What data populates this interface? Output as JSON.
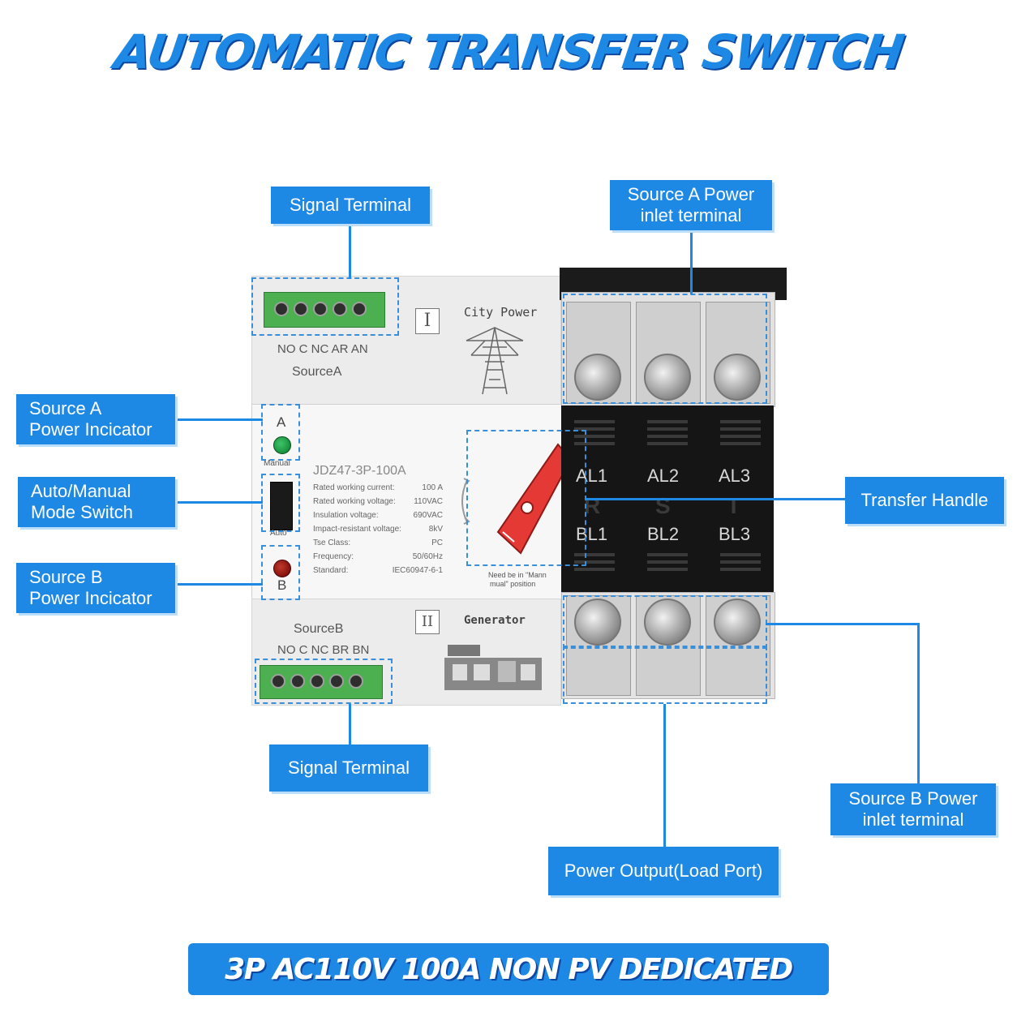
{
  "title": "AUTOMATIC TRANSFER SWITCH",
  "footer": "3P AC110V 100A NON PV DEDICATED",
  "callouts": {
    "signal_terminal_top": "Signal Terminal",
    "source_a_inlet": [
      "Source A Power",
      "inlet terminal"
    ],
    "source_a_indicator": [
      "Source A",
      "Power Incicator"
    ],
    "mode_switch": [
      "Auto/Manual",
      "Mode Switch"
    ],
    "transfer_handle": "Transfer Handle",
    "source_b_indicator": [
      "Source B",
      "Power Incicator"
    ],
    "signal_terminal_bottom": "Signal Terminal",
    "source_b_inlet": [
      "Source B Power",
      "inlet terminal"
    ],
    "power_output": "Power Output(Load Port)"
  },
  "device": {
    "section_i": "I",
    "section_ii": "II",
    "city_power": "City Power",
    "generator": "Generator",
    "terminal_a_labels": "NO C NC AR AN",
    "source_a": "SourceA",
    "terminal_b_labels": "NO C NC BR BN",
    "source_b": "SourceB",
    "indicator_a": "A",
    "indicator_b": "B",
    "manual": "Manual",
    "auto": "Auto",
    "model": "JDZ47-3P-100A",
    "specs": [
      {
        "k": "Rated working current:",
        "v": "100 A"
      },
      {
        "k": "Rated working voltage:",
        "v": "110VAC"
      },
      {
        "k": "Insulation voltage:",
        "v": "690VAC"
      },
      {
        "k": "Impact-resistant voltage:",
        "v": "8kV"
      },
      {
        "k": "Tse Class:",
        "v": "PC"
      },
      {
        "k": "Frequency:",
        "v": "50/60Hz"
      },
      {
        "k": "Standard:",
        "v": "IEC60947-6-1"
      }
    ],
    "handle_note": [
      "Need be in \"Mann",
      "mual\" position"
    ],
    "top_terminals": [
      "AL1",
      "AL2",
      "AL3"
    ],
    "phases": [
      "R",
      "S",
      "T"
    ],
    "bottom_terminals": [
      "BL1",
      "BL2",
      "BL3"
    ]
  },
  "colors": {
    "accent": "#1e88e5",
    "terminal_green": "#4caf50",
    "indicator_a": "#0a7a2a",
    "indicator_b": "#8b0000",
    "handle_red": "#e53935"
  }
}
